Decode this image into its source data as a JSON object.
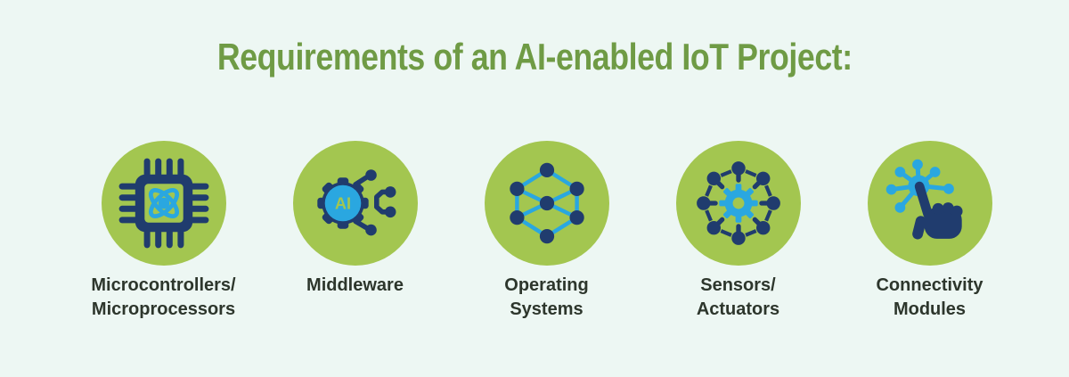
{
  "title": "Requirements of an AI-enabled IoT Project:",
  "colors": {
    "background": "#edf7f3",
    "circle_green": "#a3c650",
    "navy": "#203c6e",
    "light_blue": "#2aa7e0",
    "title_green": "#6f9b45",
    "label_text": "#2d362c"
  },
  "items": [
    {
      "label": "Microcontrollers/\nMicroprocessors",
      "icon": "microchip-atom-icon"
    },
    {
      "label": "Middleware",
      "icon": "ai-gear-circuit-icon",
      "icon_text": "AI"
    },
    {
      "label": "Operating\nSystems",
      "icon": "network-nodes-icon"
    },
    {
      "label": "Sensors/\nActuators",
      "icon": "sensor-ring-gear-icon"
    },
    {
      "label": "Connectivity\nModules",
      "icon": "touch-network-icon"
    }
  ]
}
